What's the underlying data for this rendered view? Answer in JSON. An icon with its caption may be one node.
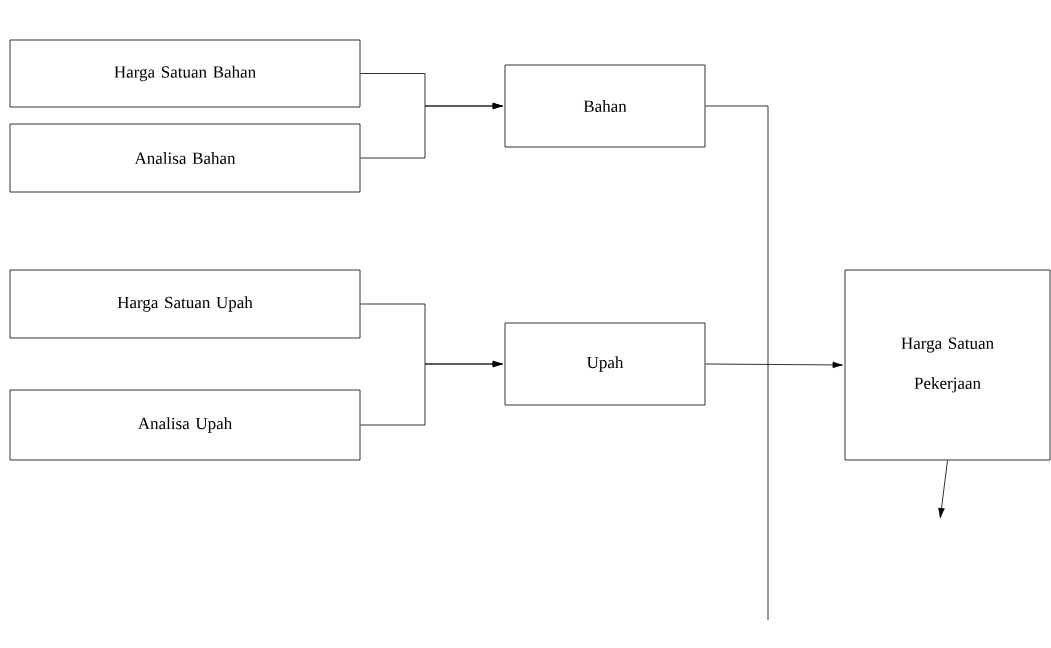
{
  "diagram": {
    "nodes": [
      {
        "text": [
          "Harga Satuan Bahan"
        ]
      },
      {
        "text": [
          "Analisa Bahan"
        ]
      },
      {
        "text": [
          "Bahan"
        ]
      },
      {
        "text": [
          "Harga Satuan Upah"
        ]
      },
      {
        "text": [
          "Analisa Upah"
        ]
      },
      {
        "text": [
          "Upah"
        ]
      },
      {
        "text": [
          "Harga Satuan Pekerjaan"
        ]
      }
    ],
    "edges": [
      {
        "from": 0,
        "to": 2,
        "arrow": "to"
      },
      {
        "from": 1,
        "to": 2,
        "arrow": "to"
      },
      {
        "from": 3,
        "to": 5,
        "arrow": "to"
      },
      {
        "from": 4,
        "to": 5,
        "arrow": "to"
      },
      {
        "from": 5,
        "to": 6,
        "arrow": "to"
      },
      {
        "from": 2,
        "to": null,
        "arrow": "none"
      },
      {
        "from": 6,
        "to": null,
        "arrow": "to"
      }
    ]
  }
}
